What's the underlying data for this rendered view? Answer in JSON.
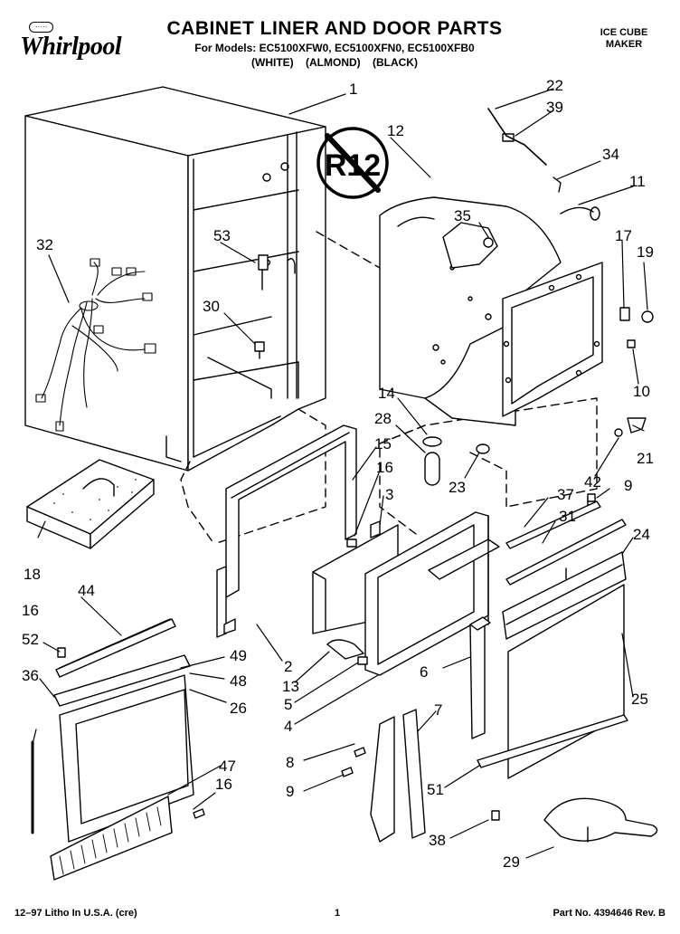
{
  "header": {
    "brand": "Whirlpool",
    "brand_sup": "·····",
    "title": "CABINET LINER AND DOOR PARTS",
    "models": "For Models: EC5100XFW0, EC5100XFN0, EC5100XFB0",
    "colors": "(WHITE)   (ALMOND)   (BLACK)",
    "product_line1": "ICE CUBE",
    "product_line2": "MAKER"
  },
  "badge": "R12",
  "footer": {
    "left": "12–97 Litho In U.S.A. (cre)",
    "page": "1",
    "part_no": "Part No. 4394646 Rev. B"
  },
  "callouts": [
    {
      "id": "c1",
      "text": "1"
    },
    {
      "id": "c2",
      "text": "2"
    },
    {
      "id": "c3",
      "text": "3"
    },
    {
      "id": "c4",
      "text": "4"
    },
    {
      "id": "c5",
      "text": "5"
    },
    {
      "id": "c6",
      "text": "6"
    },
    {
      "id": "c7",
      "text": "7"
    },
    {
      "id": "c8",
      "text": "8"
    },
    {
      "id": "c9a",
      "text": "9"
    },
    {
      "id": "c9b",
      "text": "9"
    },
    {
      "id": "c10",
      "text": "10"
    },
    {
      "id": "c11",
      "text": "11"
    },
    {
      "id": "c12",
      "text": "12"
    },
    {
      "id": "c13",
      "text": "13"
    },
    {
      "id": "c14",
      "text": "14"
    },
    {
      "id": "c15",
      "text": "15"
    },
    {
      "id": "c16a",
      "text": "16"
    },
    {
      "id": "c16b",
      "text": "16"
    },
    {
      "id": "c16c",
      "text": "16"
    },
    {
      "id": "c17",
      "text": "17"
    },
    {
      "id": "c18",
      "text": "18"
    },
    {
      "id": "c19",
      "text": "19"
    },
    {
      "id": "c21",
      "text": "21"
    },
    {
      "id": "c22",
      "text": "22"
    },
    {
      "id": "c23",
      "text": "23"
    },
    {
      "id": "c24",
      "text": "24"
    },
    {
      "id": "c25",
      "text": "25"
    },
    {
      "id": "c26",
      "text": "26"
    },
    {
      "id": "c28",
      "text": "28"
    },
    {
      "id": "c29",
      "text": "29"
    },
    {
      "id": "c30",
      "text": "30"
    },
    {
      "id": "c31",
      "text": "31"
    },
    {
      "id": "c32",
      "text": "32"
    },
    {
      "id": "c34",
      "text": "34"
    },
    {
      "id": "c35",
      "text": "35"
    },
    {
      "id": "c36",
      "text": "36"
    },
    {
      "id": "c37",
      "text": "37"
    },
    {
      "id": "c38",
      "text": "38"
    },
    {
      "id": "c39",
      "text": "39"
    },
    {
      "id": "c42",
      "text": "42"
    },
    {
      "id": "c44",
      "text": "44"
    },
    {
      "id": "c47",
      "text": "47"
    },
    {
      "id": "c48",
      "text": "48"
    },
    {
      "id": "c49",
      "text": "49"
    },
    {
      "id": "c51",
      "text": "51"
    },
    {
      "id": "c52",
      "text": "52"
    },
    {
      "id": "c53",
      "text": "53"
    }
  ]
}
